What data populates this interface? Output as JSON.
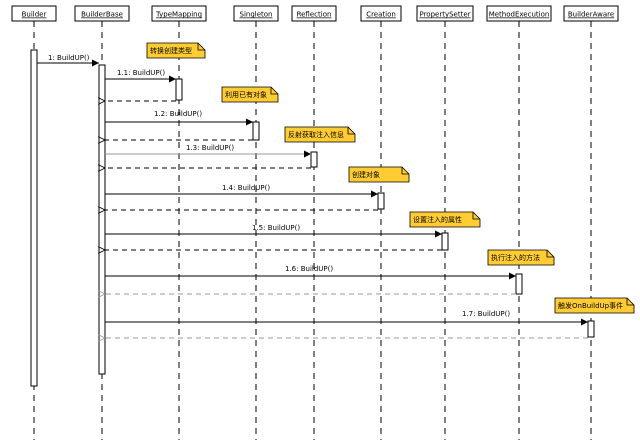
{
  "diagram": {
    "type": "sequence",
    "participants": [
      "Builder",
      "BuilderBase",
      "TypeMapping",
      "Singleton",
      "Reflection",
      "Creation",
      "PropertySetter",
      "MethodExecution",
      "BuilderAware"
    ],
    "messages": [
      {
        "from": 0,
        "to": 1,
        "label": "1: BuildUP()",
        "return": false
      },
      {
        "from": 1,
        "to": 2,
        "label": "1.1: BuildUP()",
        "return": true
      },
      {
        "from": 1,
        "to": 3,
        "label": "1.2: BuildUP()",
        "return": true
      },
      {
        "from": 1,
        "to": 4,
        "label": "1.3: BuildUP()",
        "return": true
      },
      {
        "from": 1,
        "to": 5,
        "label": "1.4: BuildUP()",
        "return": true
      },
      {
        "from": 1,
        "to": 6,
        "label": "1.5: BuildUP()",
        "return": true
      },
      {
        "from": 1,
        "to": 7,
        "label": "1.6: BuildUP()",
        "return": true
      },
      {
        "from": 1,
        "to": 8,
        "label": "1.7: BuildUP()",
        "return": true
      }
    ],
    "notes": [
      "转换创建类型",
      "利用已有对象",
      "反射获取注入信息",
      "创建对象",
      "设置注入的属性",
      "执行注入的方法",
      "触发OnBuildUp事件"
    ],
    "colors": {
      "note_fill": "#ffcc33",
      "note_border": "#000000",
      "line": "#000000",
      "faded_line": "#999999"
    }
  }
}
